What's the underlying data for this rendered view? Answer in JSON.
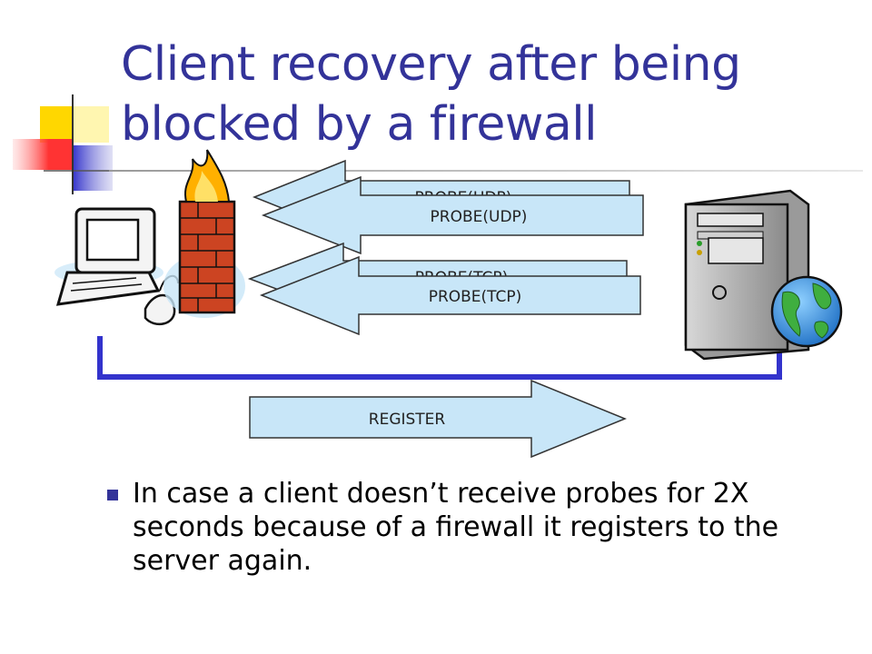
{
  "slide": {
    "title": "Client recovery after being blocked by a firewall"
  },
  "diagram": {
    "probe_udp_back": "PROBE(UDP)",
    "probe_udp_front": "PROBE(UDP)",
    "probe_tcp_back": "PROBE(TCP)",
    "probe_tcp_front": "PROBE(TCP)",
    "register": "REGISTER",
    "colors": {
      "arrow_fill": "#c8e6f8",
      "connector": "#3333cc",
      "title": "#333399"
    },
    "icons": [
      "client-computer-icon",
      "firewall-icon",
      "server-icon",
      "globe-icon"
    ]
  },
  "bullets": [
    {
      "text": "In case a client doesn’t receive probes for 2X seconds because of a firewall it registers to the server again."
    }
  ]
}
